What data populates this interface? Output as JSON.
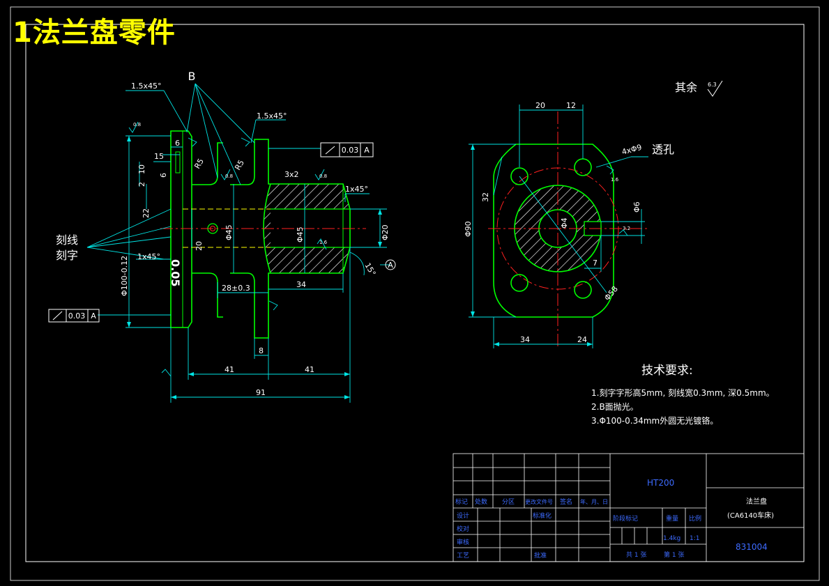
{
  "heading": "1法兰盘零件",
  "labels": {
    "b_mark": "B",
    "engrave_line": "刻线",
    "engrave_char": "刻字",
    "through_hole": "透孔",
    "rest_finish": "其余",
    "rest_value": "6.3"
  },
  "dims": {
    "c15_left": "1.5x45°",
    "c15_right": "1.5x45°",
    "d6": "6",
    "d15": "15",
    "d10": "10",
    "d2": "2",
    "d6b": "6",
    "d22": "22",
    "d20": "20",
    "c1_left": "1x45°",
    "d100": "Φ100-0.12",
    "d45a": "Φ45",
    "d45b": "Φ45",
    "r5a": "R5",
    "r5b": "R5",
    "c3x2": "3x2",
    "c1_right": "1x45°",
    "d20r": "Φ20",
    "d28": "28±0.3",
    "d34": "34",
    "d8": "8",
    "d41a": "41",
    "d41b": "41",
    "d91": "91",
    "a15": "15°",
    "d005": "0.05",
    "top20": "20",
    "top12": "12",
    "h4x9": "4xΦ9",
    "d90": "Φ90",
    "d32": "32",
    "d6h": "Φ6",
    "d4": "Φ4",
    "d7": "7",
    "d58": "Φ58",
    "b34": "34",
    "b24": "24",
    "r08": "0.8",
    "r16": "1.6",
    "r32": "3.2"
  },
  "tolerances": {
    "runout_top": {
      "value": "0.03",
      "datum": "A"
    },
    "runout_left": {
      "value": "0.03",
      "datum": "A"
    },
    "datum_mark": "A"
  },
  "tech": {
    "title": "技术要求:",
    "items": [
      "1.刻字字形高5mm, 刻线宽0.3mm, 深0.5mm。",
      "2.B面抛光。",
      "3.Φ100-0.34mm外圆无光镀铬。"
    ]
  },
  "title_block": {
    "material": "HT200",
    "part_name": "法兰盘",
    "machine": "(CA6140车床)",
    "drawing_no": "831004",
    "header_cells": [
      "标记",
      "处数",
      "分区",
      "更改文件号",
      "签名",
      "年、月、日"
    ],
    "row_design": "设计",
    "row_std": "标准化",
    "row_check": "校对",
    "row_review": "审核",
    "row_process": "工艺",
    "row_approve": "批准",
    "stage_label": "阶段标记",
    "weight_label": "重量",
    "scale_label": "比例",
    "weight_value": "1.4kg",
    "scale_value": "1:1",
    "sheets": "共 1 张",
    "sheet_no": "第 1 张"
  },
  "colors": {
    "outline": "#00ff00",
    "dimension": "#00e5e5",
    "centerline": "#ff2020",
    "text": "#ffffff",
    "heading": "#ffff00",
    "title_block_text": "#3d6bff"
  }
}
